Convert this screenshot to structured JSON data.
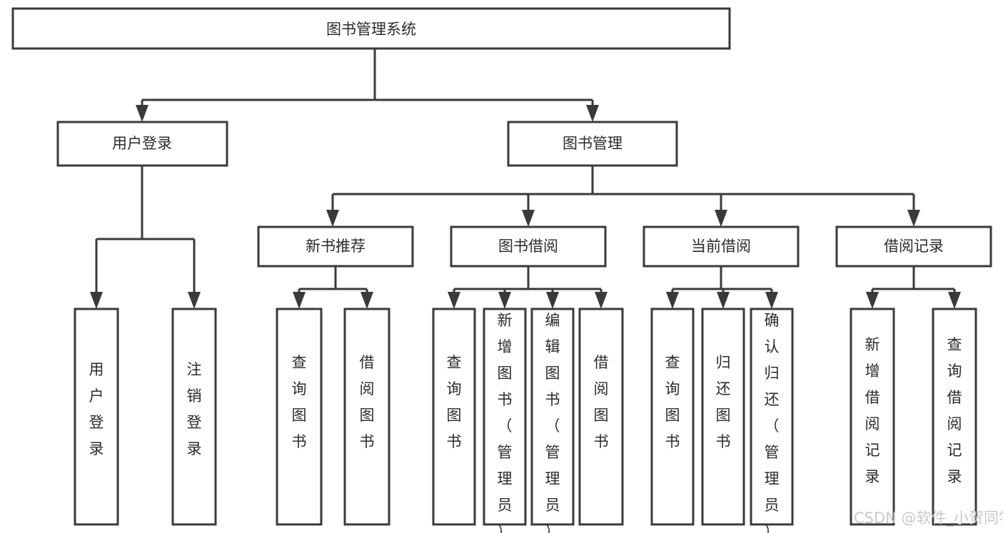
{
  "diagram": {
    "type": "tree-hierarchy",
    "title": "图书管理系统",
    "orientation": "top-down",
    "colors": {
      "background": "#ffffff",
      "box_border": "#3a3a3a",
      "box_fill": "#ffffff",
      "text": "#2b2b2b",
      "connector": "#3a3a3a",
      "watermark": "#c9c9c9"
    },
    "levels": [
      {
        "level": 1,
        "nodes": [
          {
            "id": "root",
            "label": "图书管理系统",
            "orientation": "horizontal"
          }
        ]
      },
      {
        "level": 2,
        "nodes": [
          {
            "id": "login",
            "label": "用户登录",
            "orientation": "horizontal",
            "parent": "root"
          },
          {
            "id": "bookmgmt",
            "label": "图书管理",
            "orientation": "horizontal",
            "parent": "root"
          }
        ]
      },
      {
        "level": 3,
        "nodes": [
          {
            "id": "newbook",
            "label": "新书推荐",
            "orientation": "horizontal",
            "parent": "bookmgmt"
          },
          {
            "id": "borrow",
            "label": "图书借阅",
            "orientation": "horizontal",
            "parent": "bookmgmt"
          },
          {
            "id": "current",
            "label": "当前借阅",
            "orientation": "horizontal",
            "parent": "bookmgmt"
          },
          {
            "id": "records",
            "label": "借阅记录",
            "orientation": "horizontal",
            "parent": "bookmgmt"
          }
        ]
      },
      {
        "level": 4,
        "nodes": [
          {
            "id": "leaf-user-login",
            "label": "用户登录",
            "orientation": "vertical",
            "parent": "login",
            "align": "bottom"
          },
          {
            "id": "leaf-user-logout",
            "label": "注销登录",
            "orientation": "vertical",
            "parent": "login",
            "align": "bottom"
          },
          {
            "id": "leaf-query-book-1",
            "label": "查询图书",
            "orientation": "vertical",
            "parent": "newbook",
            "align": "middle"
          },
          {
            "id": "leaf-borrow-book-1",
            "label": "借阅图书",
            "orientation": "vertical",
            "parent": "newbook",
            "align": "middle"
          },
          {
            "id": "leaf-query-book-2",
            "label": "查询图书",
            "orientation": "vertical",
            "parent": "borrow",
            "align": "middle"
          },
          {
            "id": "leaf-add-book",
            "label": "新增图书（管理员）",
            "orientation": "vertical",
            "parent": "borrow",
            "align": "top"
          },
          {
            "id": "leaf-edit-book",
            "label": "编辑图书（管理员）",
            "orientation": "vertical",
            "parent": "borrow",
            "align": "top"
          },
          {
            "id": "leaf-borrow-book-2",
            "label": "借阅图书",
            "orientation": "vertical",
            "parent": "borrow",
            "align": "middle"
          },
          {
            "id": "leaf-query-book-3",
            "label": "查询图书",
            "orientation": "vertical",
            "parent": "current",
            "align": "middle"
          },
          {
            "id": "leaf-return-book",
            "label": "归还图书",
            "orientation": "vertical",
            "parent": "current",
            "align": "middle"
          },
          {
            "id": "leaf-confirm-return",
            "label": "确认归还（管理员）",
            "orientation": "vertical",
            "parent": "current",
            "align": "top"
          },
          {
            "id": "leaf-add-record",
            "label": "新增借阅记录",
            "orientation": "vertical",
            "parent": "records",
            "align": "middle"
          },
          {
            "id": "leaf-query-record",
            "label": "查询借阅记录",
            "orientation": "vertical",
            "parent": "records",
            "align": "middle"
          }
        ]
      }
    ]
  },
  "watermark": {
    "text": "CSDN @软件_小贺同学"
  }
}
